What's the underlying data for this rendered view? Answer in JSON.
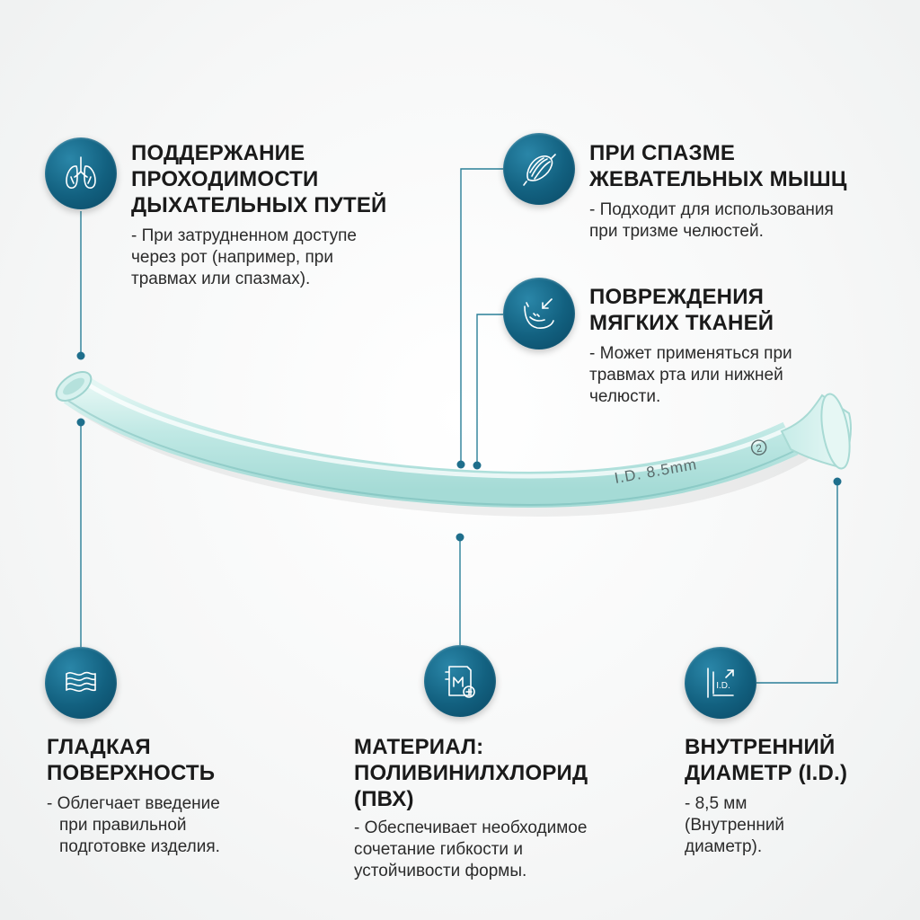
{
  "callouts": {
    "airway": {
      "title_lines": [
        "ПОДДЕРЖАНИЕ",
        "ПРОХОДИМОСТИ",
        "ДЫХАТЕЛЬНЫХ ПУТЕЙ"
      ],
      "desc_lines": [
        "- При затрудненном доступе",
        "через рот (например, при",
        "травмах или спазмах)."
      ],
      "icon": "lungs-icon"
    },
    "spasm": {
      "title_lines": [
        "ПРИ СПАЗМЕ",
        "ЖЕВАТЕЛЬНЫХ МЫШЦ"
      ],
      "desc_lines": [
        "- Подходит для использования",
        "при тризме челюстей."
      ],
      "icon": "muscle-icon"
    },
    "injury": {
      "title_lines": [
        "ПОВРЕЖДЕНИЯ",
        "МЯГКИХ ТКАНЕЙ"
      ],
      "desc_lines": [
        "- Может применяться при",
        "травмах рта или нижней",
        "челюсти."
      ],
      "icon": "jaw-icon"
    },
    "smooth": {
      "title_lines": [
        "ГЛАДКАЯ",
        "ПОВЕРХНОСТЬ"
      ],
      "desc_lines": [
        "- Облегчает введение",
        "при правильной",
        "подготовке изделия."
      ],
      "icon": "layers-icon"
    },
    "material": {
      "title_lines": [
        "МАТЕРИАЛ:",
        "ПОЛИВИНИЛХЛОРИД",
        "(ПВХ)"
      ],
      "desc_lines": [
        "- Обеспечивает необходимое",
        "сочетание гибкости и",
        "устойчивости формы."
      ],
      "icon": "material-icon"
    },
    "diameter": {
      "title_lines": [
        "ВНУТРЕННИЙ",
        "ДИАМЕТР (I.D.)"
      ],
      "desc_lines": [
        "- 8,5 мм",
        "(Внутренний",
        "диаметр)."
      ],
      "icon": "diameter-icon",
      "icon_text": "I.D."
    }
  },
  "tube": {
    "marking": "I.D. 8.5mm",
    "size_mark": "2"
  },
  "colors": {
    "accent": "#12607f",
    "line": "#1f7f9c",
    "tube": "#bfe8e4"
  }
}
